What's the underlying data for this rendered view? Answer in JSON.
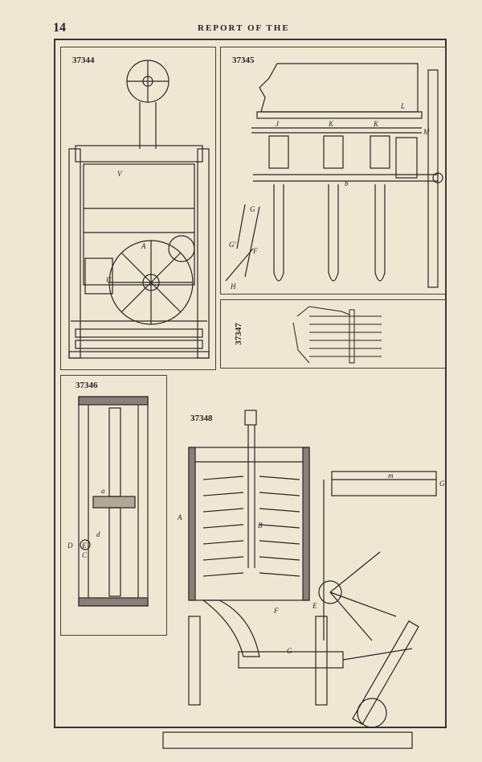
{
  "header": {
    "page_number": "14",
    "running_head": "REPORT OF THE"
  },
  "figures": {
    "fig1": {
      "number": "37344",
      "letters": [
        "V",
        "A",
        "U"
      ]
    },
    "fig2": {
      "number": "37345",
      "letters": [
        "L",
        "J",
        "K",
        "K",
        "M",
        "b",
        "G",
        "G'",
        "F",
        "H"
      ]
    },
    "fig3": {
      "number": "37347"
    },
    "fig4": {
      "number": "37346",
      "letters": [
        "a",
        "D",
        "E",
        "C",
        "d"
      ]
    },
    "fig5": {
      "number": "37348",
      "letters": [
        "A",
        "B",
        "F",
        "E",
        "G",
        "m",
        "G"
      ]
    }
  },
  "colors": {
    "paper": "#efe6d4",
    "ink": "#2a2520"
  }
}
